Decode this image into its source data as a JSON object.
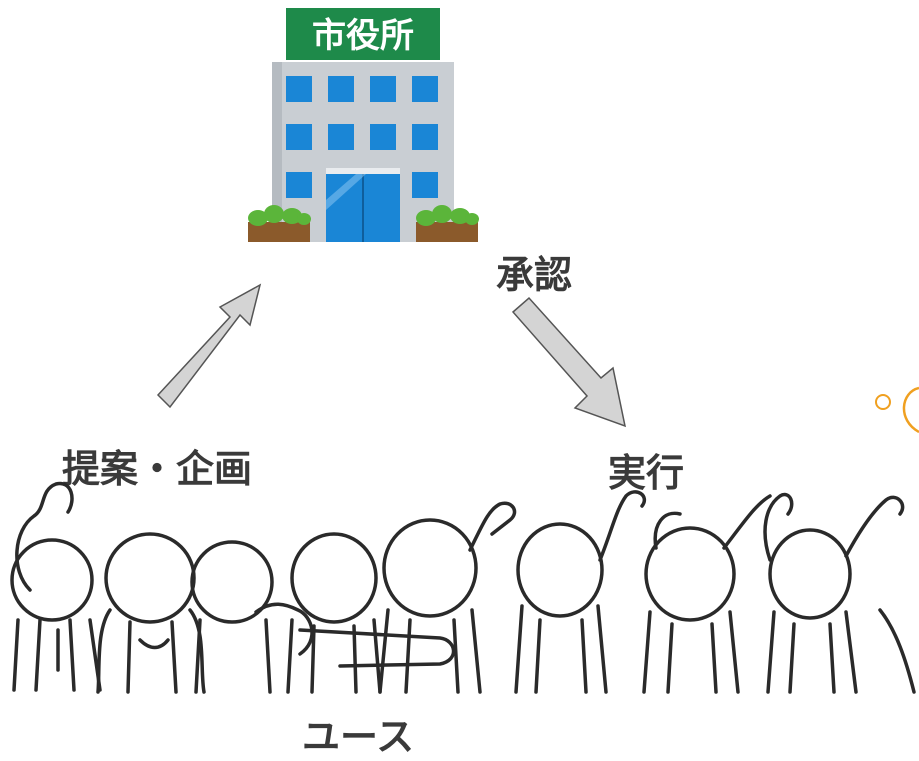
{
  "building": {
    "sign_text": "市役所"
  },
  "labels": {
    "approval": "承認",
    "proposal": "提案・企画",
    "execution": "実行",
    "users": "ユース"
  },
  "colors": {
    "sign_green": "#1e8a4a",
    "building_gray": "#c9ced3",
    "window_blue": "#1a86d6",
    "arrow_fill": "#d4d4d4",
    "arrow_stroke": "#555555",
    "text": "#3a3a3a",
    "bubble_orange": "#f0a020"
  },
  "icons": {
    "city_hall": "city-hall-building-icon",
    "crowd": "cheering-crowd-icon",
    "thought": "thought-bubble-icon"
  }
}
